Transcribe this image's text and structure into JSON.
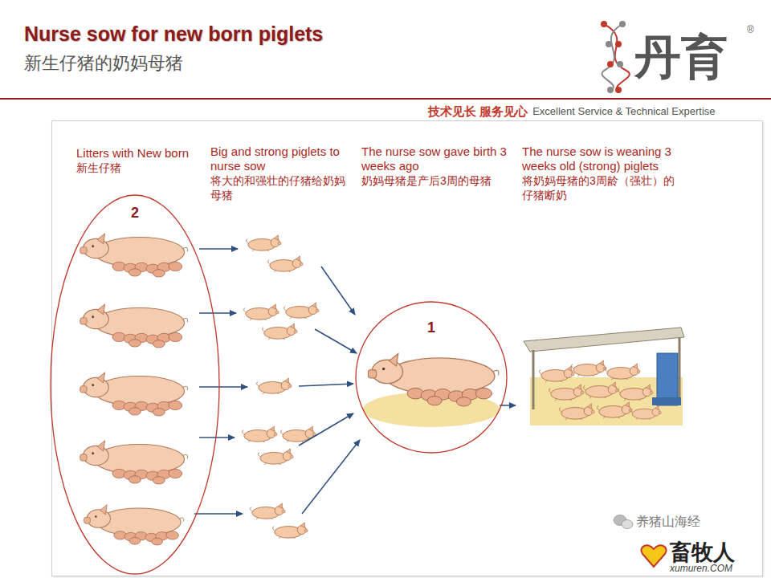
{
  "diagram": {
    "title": "Nurse sow for new born piglets",
    "nodes": [
      {
        "text": [
          "2"
        ]
      },
      {
        "text": [
          "1"
        ]
      }
    ],
    "labels": [
      "新生仔猪的奶妈母猪",
      "丹育",
      "®",
      "技术见长 服务见心",
      "Excellent Service & Technical Expertise",
      "Litters with New born",
      "新生仔猪",
      "Big and strong piglets to nurse sow",
      "将大的和强壮的仔猪给奶妈母猪",
      "The nurse sow gave birth 3 weeks ago",
      "奶妈母猪是产后3周的母猪",
      "The nurse sow is weaning 3 weeks old (strong) piglets",
      "将奶妈母猪的3周龄（强壮）的仔猪断奶",
      "养猪山海经",
      "畜牧人",
      "xumuren.COM"
    ]
  }
}
